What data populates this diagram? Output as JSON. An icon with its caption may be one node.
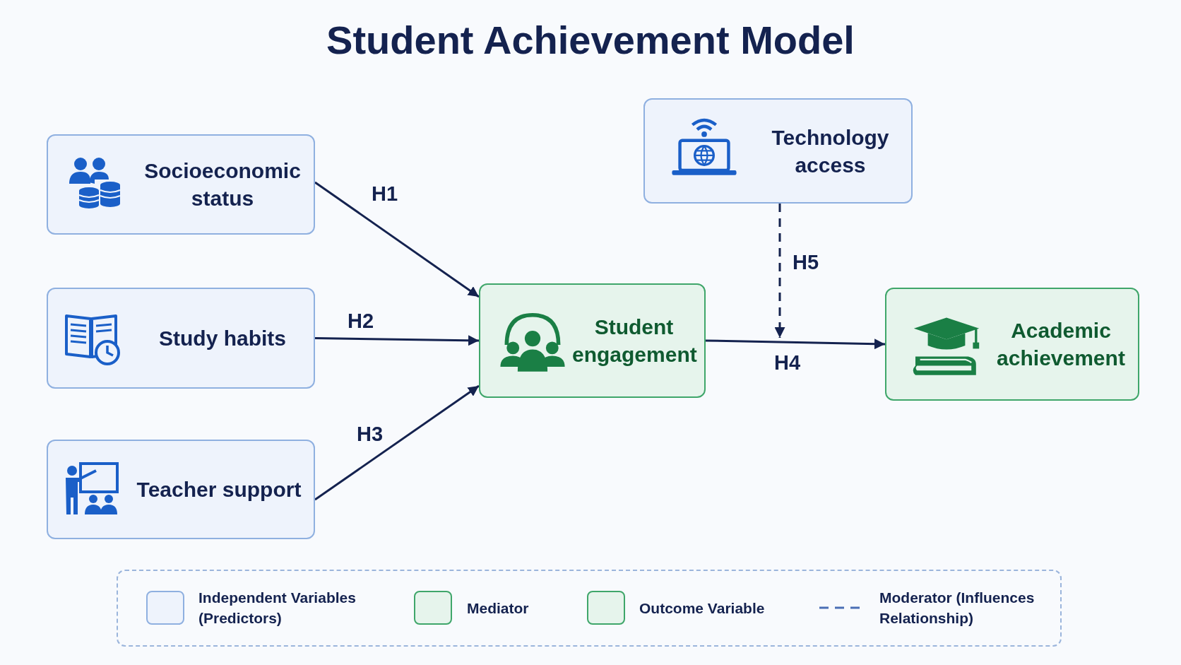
{
  "diagram": {
    "title": "Student Achievement Model",
    "nodes": [
      {
        "text": [
          "Socioeconomic status"
        ]
      },
      {
        "text": [
          "Study habits"
        ]
      },
      {
        "text": [
          "Teacher support"
        ]
      },
      {
        "text": [
          "Technology access"
        ]
      },
      {
        "text": [
          "Student engagement"
        ]
      },
      {
        "text": [
          "Academic achievement"
        ]
      }
    ],
    "edges": [
      {
        "from": 0,
        "to": 4,
        "arrow": "to",
        "label": "H1"
      },
      {
        "from": 1,
        "to": 4,
        "arrow": "to",
        "label": "H2"
      },
      {
        "from": 2,
        "to": 4,
        "arrow": "to",
        "label": "H3"
      },
      {
        "from": 4,
        "to": 5,
        "arrow": "to",
        "label": "H4"
      },
      {
        "from": 3,
        "to": null,
        "arrow": "to",
        "label": "H5",
        "style": "dashed"
      }
    ],
    "legend": [
      {
        "text": "Independent Variables (Predictors)",
        "color": "#eef3fc"
      },
      {
        "text": "Mediator",
        "color": "#e6f4ec"
      },
      {
        "text": "Outcome Variable",
        "color": "#e6f4ec"
      },
      {
        "text": "Moderator (Influences Relationship)"
      }
    ]
  }
}
